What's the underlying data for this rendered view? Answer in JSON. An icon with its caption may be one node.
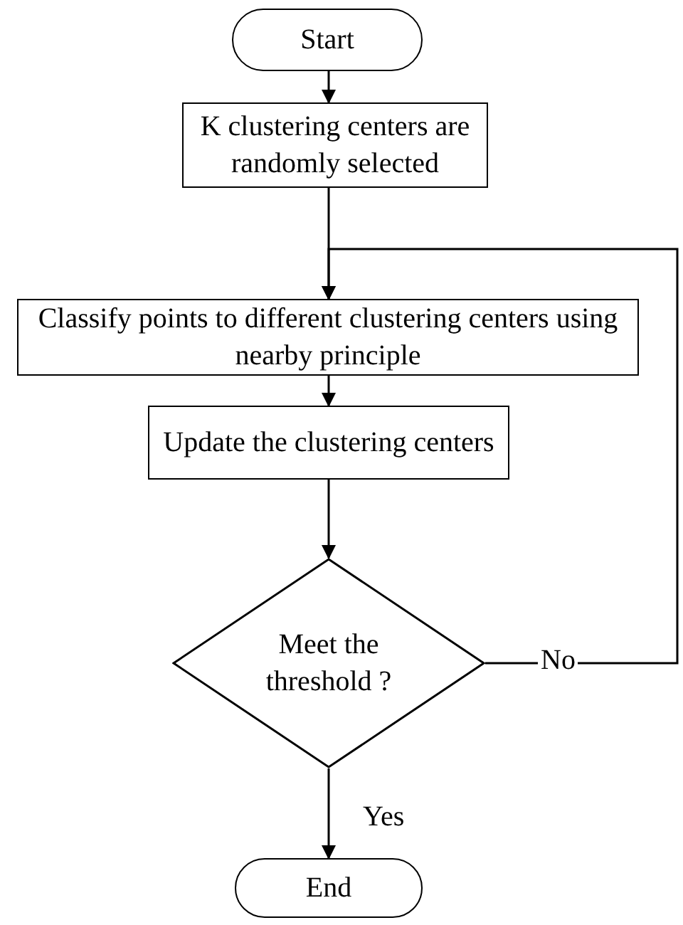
{
  "diagram": {
    "nodes": [
      {
        "text": [
          "Start"
        ]
      },
      {
        "text": [
          "K clustering centers are randomly selected"
        ]
      },
      {
        "text": [
          "Classify points to different clustering centers using nearby principle"
        ]
      },
      {
        "text": [
          "Update the clustering centers"
        ]
      },
      {
        "text": [
          "Meet the threshold ?"
        ]
      },
      {
        "text": [
          "End"
        ]
      }
    ],
    "edges": [
      {
        "from": 0,
        "to": 1,
        "arrow": "to"
      },
      {
        "from": 1,
        "to": 2,
        "arrow": "to"
      },
      {
        "from": 2,
        "to": 3,
        "arrow": "to"
      },
      {
        "from": 3,
        "to": 4,
        "arrow": "to"
      },
      {
        "from": 4,
        "to": 5,
        "arrow": "to",
        "label": "Yes"
      },
      {
        "from": 4,
        "to": 2,
        "arrow": "to",
        "label": "No"
      }
    ]
  }
}
